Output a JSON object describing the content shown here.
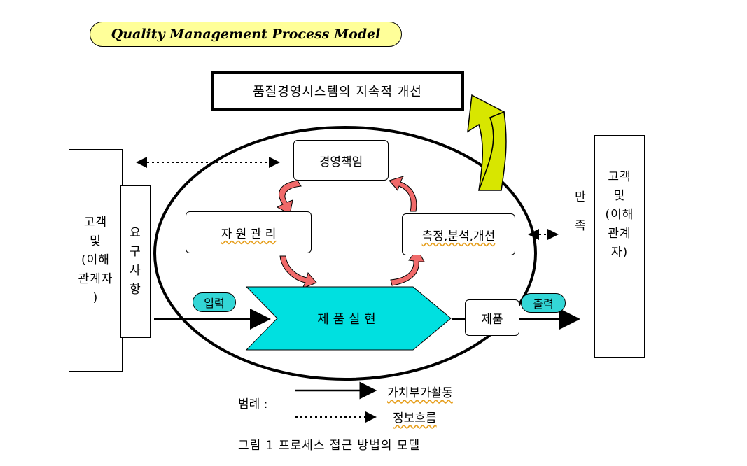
{
  "title": "Quality Management Process Model",
  "improvement_box": "품질경영시스템의 지속적 개선",
  "customer_left": [
    "고객",
    "및",
    "(이해",
    "관계자",
    ")"
  ],
  "requirements": [
    "요",
    "구",
    "사",
    "항"
  ],
  "satisfaction": [
    "만",
    "족"
  ],
  "customer_right": [
    "고객",
    "및",
    "(이해",
    "관계",
    "자)"
  ],
  "management_responsibility": "경영책임",
  "resource_management": "자 원 관 리",
  "measurement": "측정,분석,개선",
  "product_realization": "제 품 실 현",
  "input_label": "입력",
  "output_label": "출력",
  "product": "제품",
  "legend": {
    "label": "범례 :",
    "value_added": "가치부가활동",
    "information_flow": "정보흐름"
  },
  "caption": "그림 1 프로세스 접근 방법의 모델",
  "colors": {
    "title_fill": "#ffff99",
    "cyan": "#33d6d6",
    "red_arrow": "#f06a6a",
    "yellow_arrow": "#d8e600"
  }
}
